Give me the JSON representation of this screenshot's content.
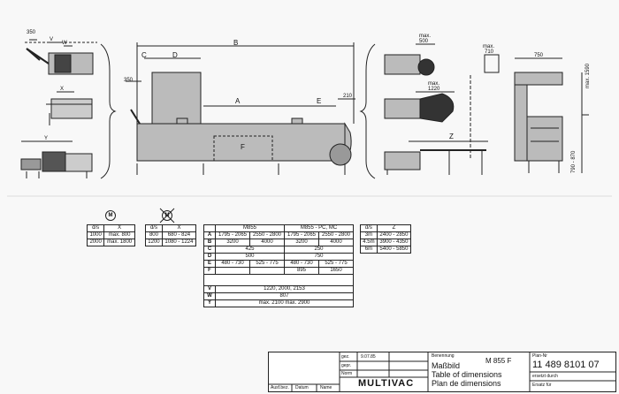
{
  "labels": {
    "b": "B",
    "c": "C",
    "d": "D",
    "a": "A",
    "e": "E",
    "f": "F",
    "z": "Z",
    "v": "V",
    "w": "W",
    "x": "X",
    "y": "Y",
    "d350top": "350",
    "d350side": "350",
    "d210": "210",
    "max500_top": "max.",
    "max500_val": "500",
    "max1220_top": "max.",
    "max1220_val": "1220",
    "max710_top": "max.",
    "max710_val": "710",
    "d750": "750",
    "max1590": "max. 1590",
    "d790_870": "790 - 870"
  },
  "icons": {
    "motor_on": "M",
    "motor_off": "M"
  },
  "table_x1": {
    "headers": [
      "d/s",
      "X"
    ],
    "rows": [
      [
        "1000",
        "max. 800"
      ],
      [
        "2000",
        "max. 1800"
      ]
    ]
  },
  "table_x2": {
    "headers": [
      "d/s",
      "X"
    ],
    "rows": [
      [
        "800",
        "680 - 824"
      ],
      [
        "1200",
        "1080 - 1224"
      ]
    ]
  },
  "main_table": {
    "h1": "M855",
    "h2": "M855 - PC, MC",
    "rows": [
      [
        "A",
        "1795 - 2065",
        "2550 - 2800",
        "1795 - 2065",
        "2550 - 2800"
      ],
      [
        "B",
        "3200",
        "4000",
        "3200",
        "4000"
      ],
      [
        "C",
        "425",
        "250"
      ],
      [
        "D",
        "500",
        "750"
      ],
      [
        "E",
        "480 - 730",
        "525 - 775",
        "480 - 730",
        "525 - 775"
      ],
      [
        "F",
        "",
        "",
        "895",
        "1650"
      ]
    ],
    "rows2": [
      [
        "V",
        "1220, 2000, 2153"
      ],
      [
        "W",
        "807"
      ],
      [
        "Y",
        "max. 2100 max. 2900"
      ]
    ]
  },
  "table_z": {
    "headers": [
      "d/s",
      "Z"
    ],
    "rows": [
      [
        "3m",
        "2400 - 2850"
      ],
      [
        "4.5m",
        "3900 - 4350"
      ],
      [
        "6m",
        "5400 - 5850"
      ]
    ]
  },
  "titleblock": {
    "date": "9.07.85",
    "brand": "MULTIVAC",
    "benennung": "Benennung",
    "title_de": "Maßbild",
    "title_en": "Table of dimensions",
    "title_fr": "Plan de dimensions",
    "model": "M 855 F",
    "plan_nr_label": "Plan-Nr",
    "drawing_number": "11 489 8101 07",
    "col_aus": "Ausf.bez.",
    "col_datum": "Datum",
    "col_name": "Name",
    "gez": "gez.",
    "gepr": "gepr.",
    "norm": "Norm",
    "ersatz_fur": "ersetzt durch",
    "ersatz": "Ersatz für"
  }
}
